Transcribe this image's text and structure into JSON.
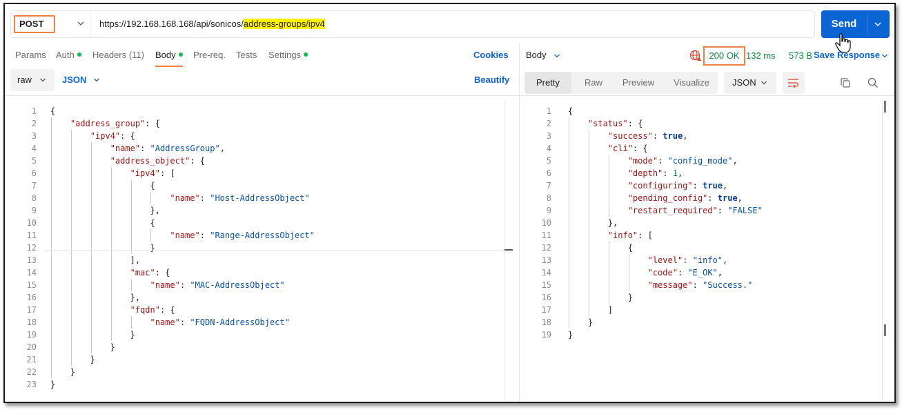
{
  "request": {
    "method": "POST",
    "url_prefix": "https://192.168.168.168/api/sonicos/",
    "url_highlight": "address-groups/ipv4",
    "send_label": "Send"
  },
  "tabs": [
    {
      "label": "Params",
      "dot": false
    },
    {
      "label": "Auth",
      "dot": true
    },
    {
      "label": "Headers (11)",
      "dot": false
    },
    {
      "label": "Body",
      "dot": true,
      "active": true
    },
    {
      "label": "Pre-req.",
      "dot": false
    },
    {
      "label": "Tests",
      "dot": false
    },
    {
      "label": "Settings",
      "dot": true
    }
  ],
  "cookies_label": "Cookies",
  "body_toolbar": {
    "mode": "raw",
    "language": "JSON",
    "beautify_label": "Beautify"
  },
  "request_lines": [
    {
      "n": "1",
      "code": "{"
    },
    {
      "n": "2",
      "code": "    \"address_group\": {"
    },
    {
      "n": "3",
      "code": "        \"ipv4\": {"
    },
    {
      "n": "4",
      "code": "            \"name\": \"AddressGroup\","
    },
    {
      "n": "5",
      "code": "            \"address_object\": {"
    },
    {
      "n": "6",
      "code": "                \"ipv4\": ["
    },
    {
      "n": "7",
      "code": "                    {"
    },
    {
      "n": "8",
      "code": "                        \"name\": \"Host-AddressObject\""
    },
    {
      "n": "9",
      "code": "                    },"
    },
    {
      "n": "10",
      "code": "                    {"
    },
    {
      "n": "11",
      "code": "                        \"name\": \"Range-AddressObject\""
    },
    {
      "n": "12",
      "code": "                    }"
    },
    {
      "n": "13",
      "code": "                ],"
    },
    {
      "n": "14",
      "code": "                \"mac\": {"
    },
    {
      "n": "15",
      "code": "                    \"name\": \"MAC-AddressObject\""
    },
    {
      "n": "16",
      "code": "                },"
    },
    {
      "n": "17",
      "code": "                \"fqdn\": {"
    },
    {
      "n": "18",
      "code": "                    \"name\": \"FQDN-AddressObject\""
    },
    {
      "n": "19",
      "code": "                }"
    },
    {
      "n": "20",
      "code": "            }"
    },
    {
      "n": "21",
      "code": "        }"
    },
    {
      "n": "22",
      "code": "    }"
    },
    {
      "n": "23",
      "code": "}"
    }
  ],
  "response_header": {
    "body_label": "Body",
    "status": "200 OK",
    "time": "132 ms",
    "size": "573 B",
    "save_label": "Save Response"
  },
  "response_tabs": [
    "Pretty",
    "Raw",
    "Preview",
    "Visualize"
  ],
  "response_format": "JSON",
  "response_lines": [
    {
      "n": "1",
      "code": "{"
    },
    {
      "n": "2",
      "code": "    \"status\": {"
    },
    {
      "n": "3",
      "code": "        \"success\": true,"
    },
    {
      "n": "4",
      "code": "        \"cli\": {"
    },
    {
      "n": "5",
      "code": "            \"mode\": \"config_mode\","
    },
    {
      "n": "6",
      "code": "            \"depth\": 1,"
    },
    {
      "n": "7",
      "code": "            \"configuring\": true,"
    },
    {
      "n": "8",
      "code": "            \"pending_config\": true,"
    },
    {
      "n": "9",
      "code": "            \"restart_required\": \"FALSE\""
    },
    {
      "n": "10",
      "code": "        },"
    },
    {
      "n": "11",
      "code": "        \"info\": ["
    },
    {
      "n": "12",
      "code": "            {"
    },
    {
      "n": "13",
      "code": "                \"level\": \"info\","
    },
    {
      "n": "14",
      "code": "                \"code\": \"E_OK\","
    },
    {
      "n": "15",
      "code": "                \"message\": \"Success.\""
    },
    {
      "n": "16",
      "code": "            }"
    },
    {
      "n": "17",
      "code": "        ]"
    },
    {
      "n": "18",
      "code": "    }"
    },
    {
      "n": "19",
      "code": "}"
    }
  ],
  "colors": {
    "accent": "#0b64d4",
    "highlight_border": "#ef7f45",
    "status_green": "#0a8a3c",
    "url_highlight": "#fff200"
  }
}
